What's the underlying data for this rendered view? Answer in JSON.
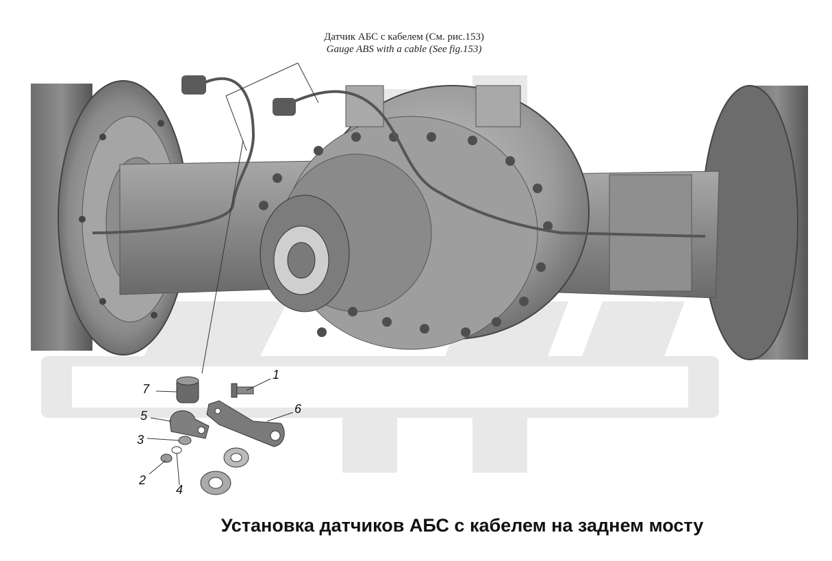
{
  "callout": {
    "line_ru": "Датчик АБС с кабелем (См. рис.153)",
    "line_en": "Gauge ABS with a cable (See fig.153)"
  },
  "part_numbers": [
    "1",
    "2",
    "3",
    "4",
    "5",
    "6",
    "7"
  ],
  "caption": "Установка датчиков АБС с кабелем на заднем мосту",
  "colors": {
    "metal_dark": "#6e6e6e",
    "metal_mid": "#9a9a9a",
    "metal_light": "#c9c9c9",
    "watermark": "#e6e6e6",
    "line": "#333333"
  }
}
